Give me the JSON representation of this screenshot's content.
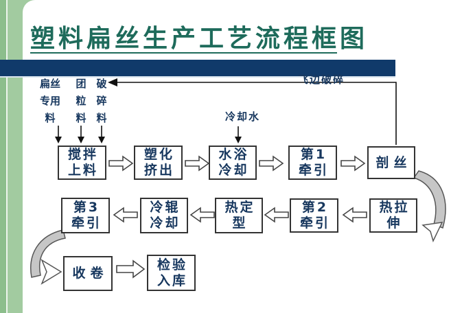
{
  "title": {
    "text": "塑料扁丝生产工艺流程框图"
  },
  "colors": {
    "background_green": "#a2cba0",
    "left_stripe_green": "#8cbe8c",
    "bar_navy": "#103a6a",
    "title_teal": "#1e6b5b",
    "text_navy": "#17375e",
    "box_border": "#333333",
    "curved_arrow_gray": "#c6c6c6"
  },
  "annotations": {
    "materials": {
      "col1": [
        "扁丝",
        "专用",
        "料"
      ],
      "col2": [
        "团",
        "粒",
        "料"
      ],
      "col3": [
        "破",
        "碎",
        "料"
      ]
    },
    "cooling_water": "冷却水",
    "flash_regrind": "飞边破碎"
  },
  "boxes": {
    "mixing": {
      "line1": "搅拌",
      "line2": "上料"
    },
    "plasticizing": {
      "line1": "塑化",
      "line2": "挤出"
    },
    "water_bath": {
      "line1": "水浴",
      "line2": "冷却"
    },
    "traction1": {
      "line1": "第1",
      "line2": "牵引"
    },
    "slitting": {
      "line1": "剖丝"
    },
    "traction3": {
      "line1": "第3",
      "line2": "牵引"
    },
    "cold_roll": {
      "line1": "冷辊",
      "line2": "冷却"
    },
    "heat_setting": {
      "line1": "热定",
      "line2": "型"
    },
    "traction2": {
      "line1": "第2",
      "line2": "牵引"
    },
    "hot_stretching": {
      "line1": "热拉",
      "line2": "伸"
    },
    "winding": {
      "line1": "收卷"
    },
    "inspection": {
      "line1": "检验",
      "line2": "入库"
    }
  }
}
